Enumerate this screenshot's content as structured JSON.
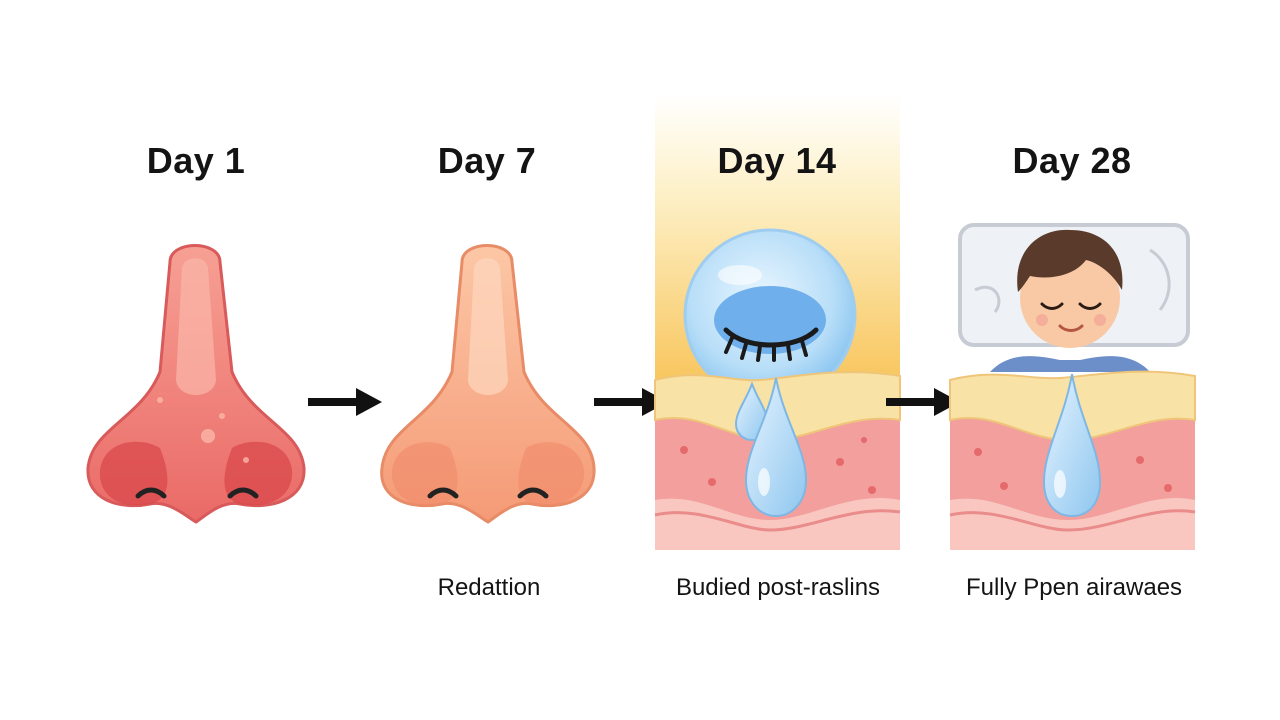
{
  "stages": [
    {
      "title": "Day 1",
      "caption": ""
    },
    {
      "title": "Day 7",
      "caption": "Redattion"
    },
    {
      "title": "Day 14",
      "caption": "Budied post-raslins"
    },
    {
      "title": "Day 28",
      "caption": "Fully Ppen airawaes"
    }
  ],
  "colors": {
    "inflamed_skin": "#f07a73",
    "inflamed_dark": "#c93f42",
    "healing_skin": "#f9ac86",
    "tissue_yellow": "#f8e2a6",
    "tissue_pink": "#f4a7a5",
    "droplet": "#a9d4f5",
    "arrow": "#111111",
    "hair": "#5a3b2b"
  },
  "icons": [
    "inflamed-nose-icon",
    "healing-nose-icon",
    "mucus-bubble-icon",
    "sleeping-person-icon",
    "arrow-right-icon"
  ]
}
